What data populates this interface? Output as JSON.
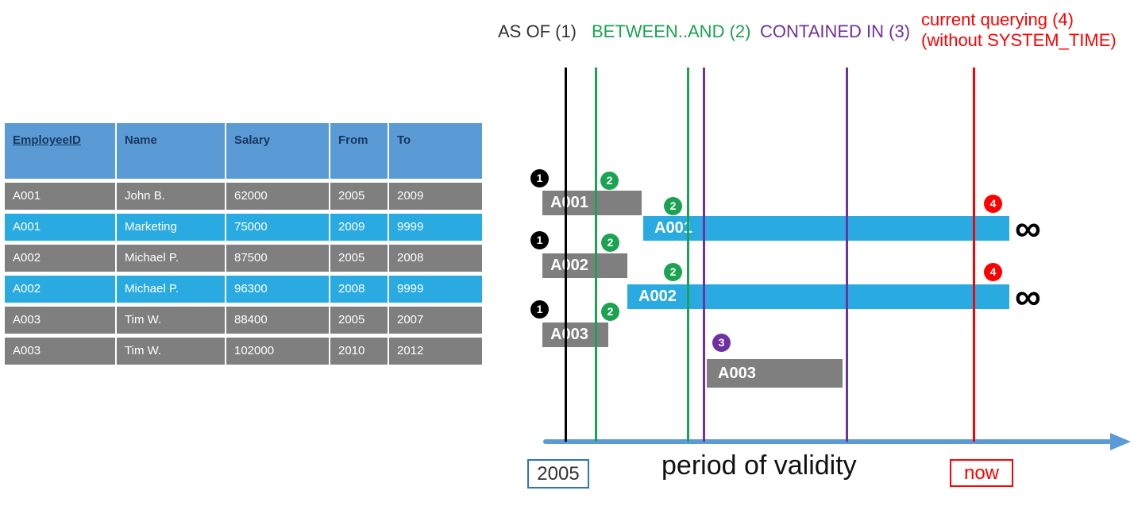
{
  "table": {
    "headers": [
      "EmployeeID",
      "Name",
      "Salary",
      "From",
      "To"
    ],
    "rows": [
      [
        "A001",
        "John  B.",
        "62000",
        "2005",
        "2009"
      ],
      [
        "A001",
        "Marketing",
        "75000",
        "2009",
        "9999"
      ],
      [
        "A002",
        "Michael P.",
        "87500",
        "2005",
        "2008"
      ],
      [
        "A002",
        "Michael P.",
        "96300",
        "2008",
        "9999"
      ],
      [
        "A003",
        "Tim W.",
        "88400",
        "2005",
        "2007"
      ],
      [
        "A003",
        "Tim W.",
        "102000",
        "2010",
        "2012"
      ]
    ],
    "row_variants": [
      "gray",
      "cyan",
      "gray",
      "cyan",
      "gray",
      "gray"
    ]
  },
  "legend": {
    "as_of": "AS OF (1)",
    "between_and": "BETWEEN..AND (2)",
    "contained_in": "CONTAINED IN (3)",
    "current_querying_line1": "current querying (4)",
    "current_querying_line2": "(without SYSTEM_TIME)"
  },
  "diagram": {
    "bars": [
      {
        "label": "A001",
        "variant": "gray",
        "from": "2005",
        "to": "2009"
      },
      {
        "label": "A001",
        "variant": "cyan",
        "from": "2009",
        "to": "∞"
      },
      {
        "label": "A002",
        "variant": "gray",
        "from": "2005",
        "to": "2008"
      },
      {
        "label": "A002",
        "variant": "cyan",
        "from": "2008",
        "to": "∞"
      },
      {
        "label": "A003",
        "variant": "gray",
        "from": "2005",
        "to": "2007"
      },
      {
        "label": "A003",
        "variant": "gray",
        "from": "2010",
        "to": "2012"
      }
    ],
    "badges": {
      "n1": "1",
      "n2": "2",
      "n3": "3",
      "n4": "4"
    },
    "infinity": "∞",
    "axis": {
      "start": "2005",
      "title": "period of validity",
      "now": "now"
    }
  },
  "colors": {
    "table_header_blue": "#5B9BD5",
    "row_gray": "#7F7F7F",
    "row_cyan": "#29ABE2",
    "green": "#1CA351",
    "purple": "#7030A0",
    "red": "#FF0000",
    "axis_blue": "#5B9BD5",
    "start_box_border": "#2E75B6"
  }
}
